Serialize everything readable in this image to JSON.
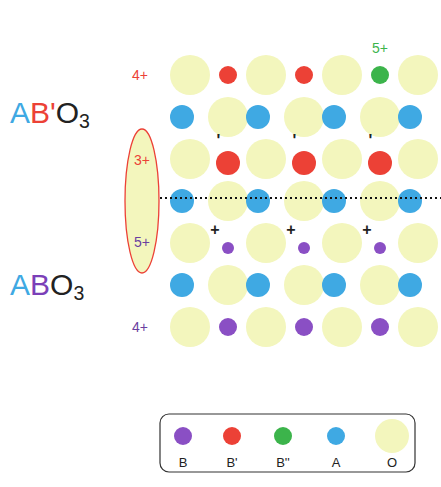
{
  "diagram": {
    "nodes": [
      {
        "text": [
          "3+",
          "5+"
        ]
      }
    ],
    "labels": [
      "4+",
      "5+",
      "AB'O3",
      "ABO3",
      "4+",
      "'",
      "'",
      "'",
      "+",
      "+",
      "+"
    ],
    "legend": [
      {
        "text": "B",
        "color": "#8a4fc4"
      },
      {
        "text": "B'",
        "color": "#ec4136"
      },
      {
        "text": "B''",
        "color": "#3cb44b"
      },
      {
        "text": "A",
        "color": "#3fa9e3"
      },
      {
        "text": "O",
        "color": "#f3f6bd"
      }
    ]
  }
}
